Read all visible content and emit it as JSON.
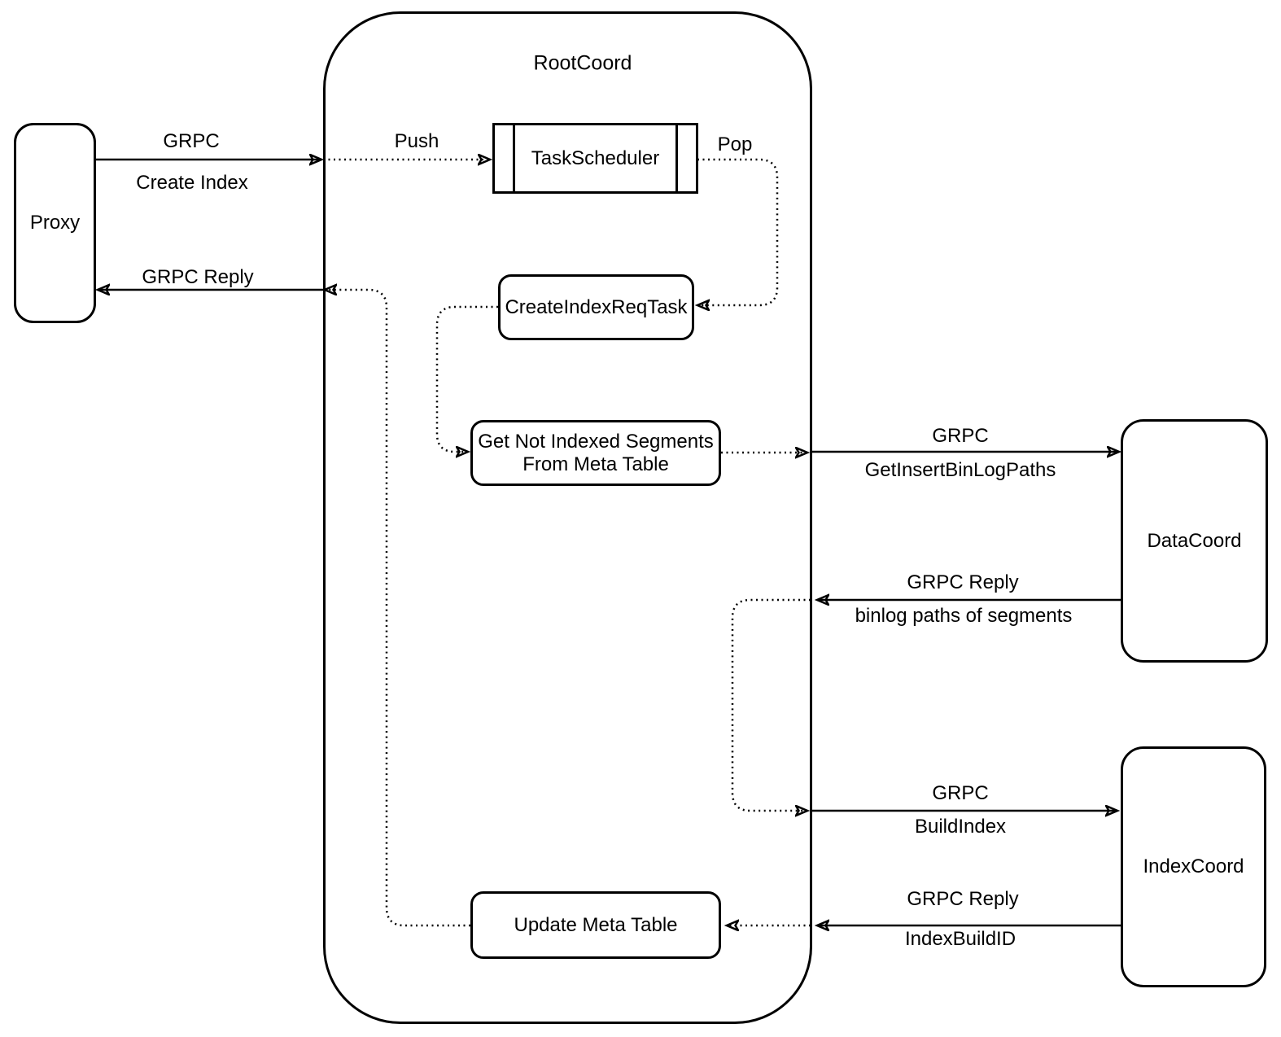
{
  "diagram": {
    "colors": {
      "stroke": "#000000",
      "background": "#ffffff"
    },
    "container": {
      "title": "RootCoord"
    },
    "nodes": {
      "proxy": {
        "label": "Proxy"
      },
      "task_scheduler": {
        "label": "TaskScheduler"
      },
      "create_index_req_task": {
        "label": "CreateIndexReqTask"
      },
      "get_not_indexed_segments": {
        "label_line1": "Get Not Indexed Segments",
        "label_line2": "From Meta Table"
      },
      "update_meta_table": {
        "label": "Update Meta Table"
      },
      "data_coord": {
        "label": "DataCoord"
      },
      "index_coord": {
        "label": "IndexCoord"
      }
    },
    "edge_labels": {
      "push": "Push",
      "pop": "Pop",
      "proxy_to_root_line1": "GRPC",
      "proxy_to_root_line2": "Create Index",
      "root_to_proxy_reply": "GRPC Reply",
      "root_to_datacoord_line1": "GRPC",
      "root_to_datacoord_line2": "GetInsertBinLogPaths",
      "datacoord_to_root_line1": "GRPC Reply",
      "datacoord_to_root_line2": "binlog paths of segments",
      "root_to_indexcoord_line1": "GRPC",
      "root_to_indexcoord_line2": "BuildIndex",
      "indexcoord_to_root_line1": "GRPC Reply",
      "indexcoord_to_root_line2": "IndexBuildID"
    }
  }
}
